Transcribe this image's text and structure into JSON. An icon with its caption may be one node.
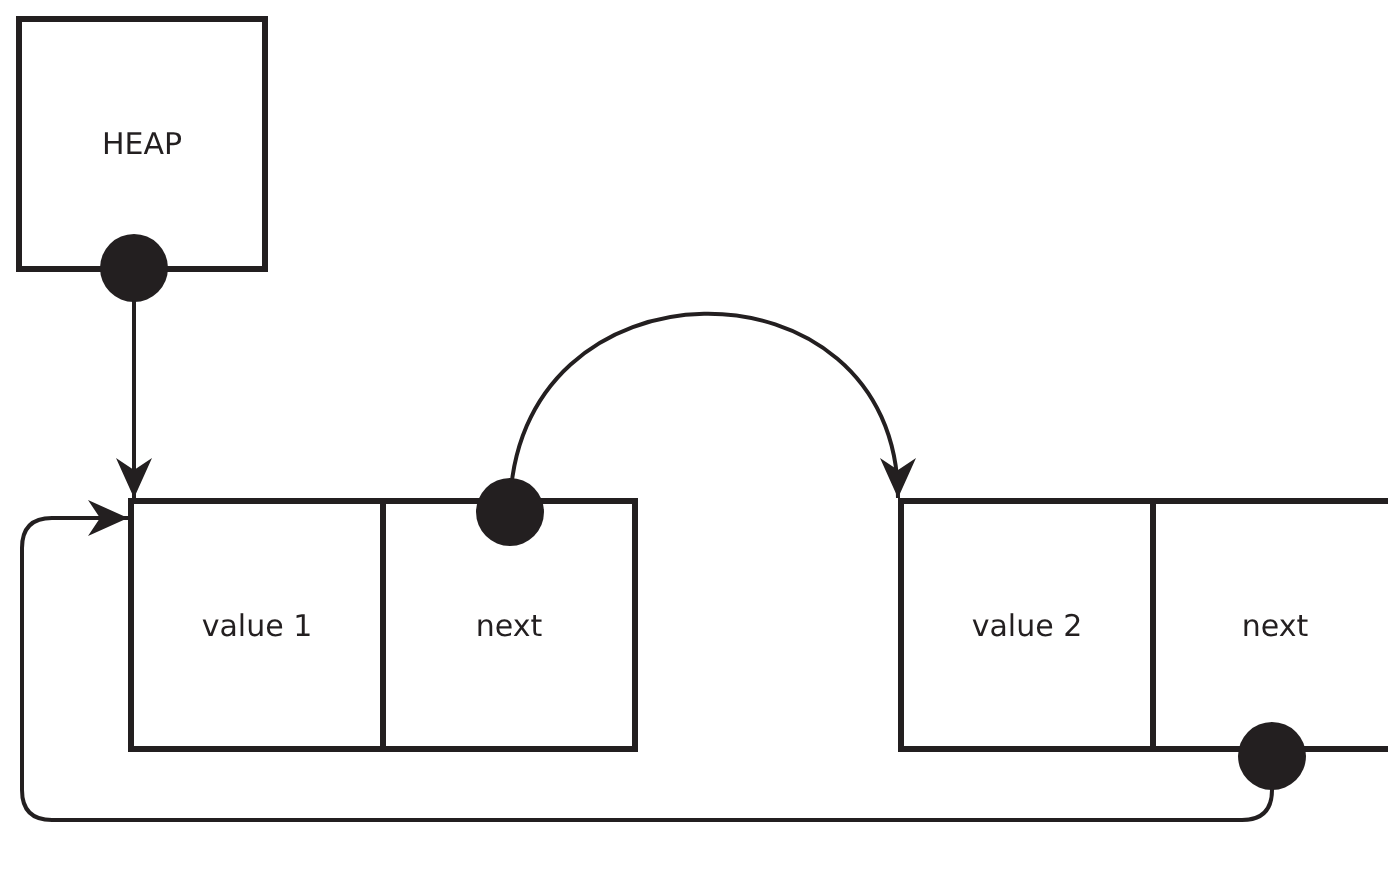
{
  "diagram": {
    "nodes": [
      {
        "text": [
          "HEAP"
        ]
      },
      {
        "text": [
          "value 1"
        ]
      },
      {
        "text": [
          "next"
        ]
      },
      {
        "text": [
          "value 2"
        ]
      },
      {
        "text": [
          "next"
        ]
      }
    ],
    "edges": [
      {
        "from": 0,
        "to": 1,
        "arrow": "to"
      },
      {
        "from": 2,
        "to": 3,
        "arrow": "to"
      },
      {
        "from": 4,
        "to": 1,
        "arrow": "to"
      }
    ]
  }
}
